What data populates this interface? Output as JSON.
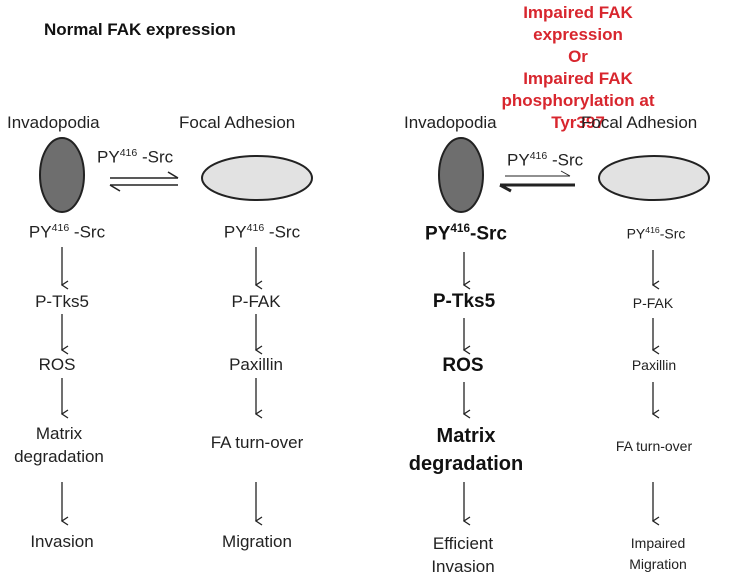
{
  "left": {
    "header": "Normal FAK expression",
    "invadopodia": "Invadopodia",
    "focal_adhesion": "Focal Adhesion",
    "exchange": {
      "py": "PY",
      "sup": "416",
      "src": " -Src"
    },
    "inv_chain": [
      {
        "py": "PY",
        "sup": "416",
        "src": " -Src"
      },
      {
        "text": "P-Tks5"
      },
      {
        "text": "ROS"
      },
      {
        "text": "Matrix\ndegradation"
      },
      {
        "text": "Invasion"
      }
    ],
    "fa_chain": [
      {
        "py": "PY",
        "sup": "416",
        "src": " -Src"
      },
      {
        "text": "P-FAK"
      },
      {
        "text": "Paxillin"
      },
      {
        "text": "FA turn-over"
      },
      {
        "text": "Migration"
      }
    ]
  },
  "right": {
    "header": "Impaired FAK expression\nOr\nImpaired FAK phosphorylation at Tyr397",
    "invadopodia": "Invadopodia",
    "focal_adhesion": "Focal Adhesion",
    "exchange": {
      "py": "PY",
      "sup": "416",
      "src": " -Src"
    },
    "inv_chain": [
      {
        "py": "PY",
        "sup": "416",
        "src": "-Src"
      },
      {
        "text": "P-Tks5"
      },
      {
        "text": "ROS"
      },
      {
        "text": "Matrix\ndegradation"
      },
      {
        "text": "Efficient\nInvasion"
      }
    ],
    "fa_chain": [
      {
        "py": "PY",
        "sup": "416",
        "src": "-Src"
      },
      {
        "text": "P-FAK"
      },
      {
        "text": "Paxillin"
      },
      {
        "text": "FA turn-over"
      },
      {
        "text": "Impaired\nMigration"
      }
    ]
  },
  "colors": {
    "header_red": "#d8262e",
    "invadopodia_fill": "#6e6e6e",
    "focal_adhesion_fill": "#e2e2e2",
    "line": "#222222"
  }
}
